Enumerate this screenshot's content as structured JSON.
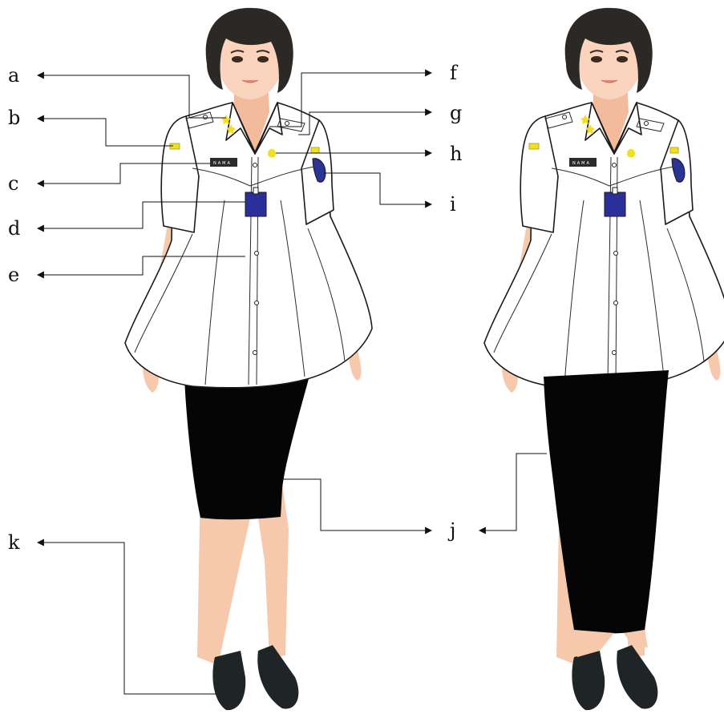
{
  "labels": {
    "a": "a",
    "b": "b",
    "c": "c",
    "d": "d",
    "e": "e",
    "f": "f",
    "g": "g",
    "h": "h",
    "i": "i",
    "j": "j",
    "k": "k"
  },
  "nametag": {
    "front": "NAMA",
    "back": "NAMA"
  },
  "colors": {
    "skin": "#f6c9ad",
    "skin_shade": "#e9a88a",
    "hair": "#2b2826",
    "shirt": "#ffffff",
    "skirt": "#050505",
    "shoe": "#1f2426",
    "id_card": "#2b2f9a",
    "shoulder_patch": "#2b3494",
    "badge_yellow": "#f2e01c",
    "nametag_bg": "#2b2b2b"
  },
  "icons": {
    "arrow": "arrow-head-icon",
    "star": "star-icon"
  }
}
